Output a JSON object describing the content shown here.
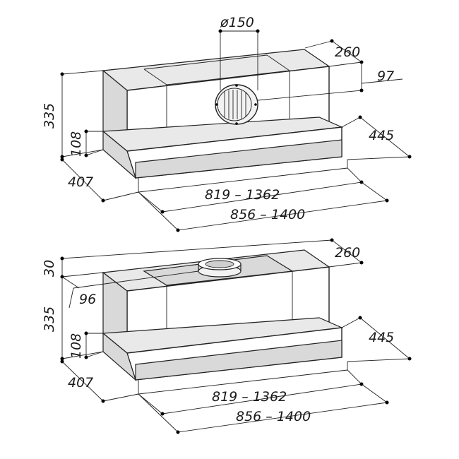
{
  "top_view": {
    "duct_diameter": "ø150",
    "depth_upper": "260",
    "offset_97": "97",
    "height_total": "335",
    "height_lower": "108",
    "depth_lower": "445",
    "width_side": "407",
    "width_range_1": "819 – 1362",
    "width_range_2": "856 – 1400"
  },
  "bottom_view": {
    "depth_upper": "260",
    "height_30": "30",
    "offset_96": "96",
    "height_total": "335",
    "height_lower": "108",
    "depth_lower": "445",
    "width_side": "407",
    "width_range_1": "819 – 1362",
    "width_range_2": "856 – 1400"
  }
}
